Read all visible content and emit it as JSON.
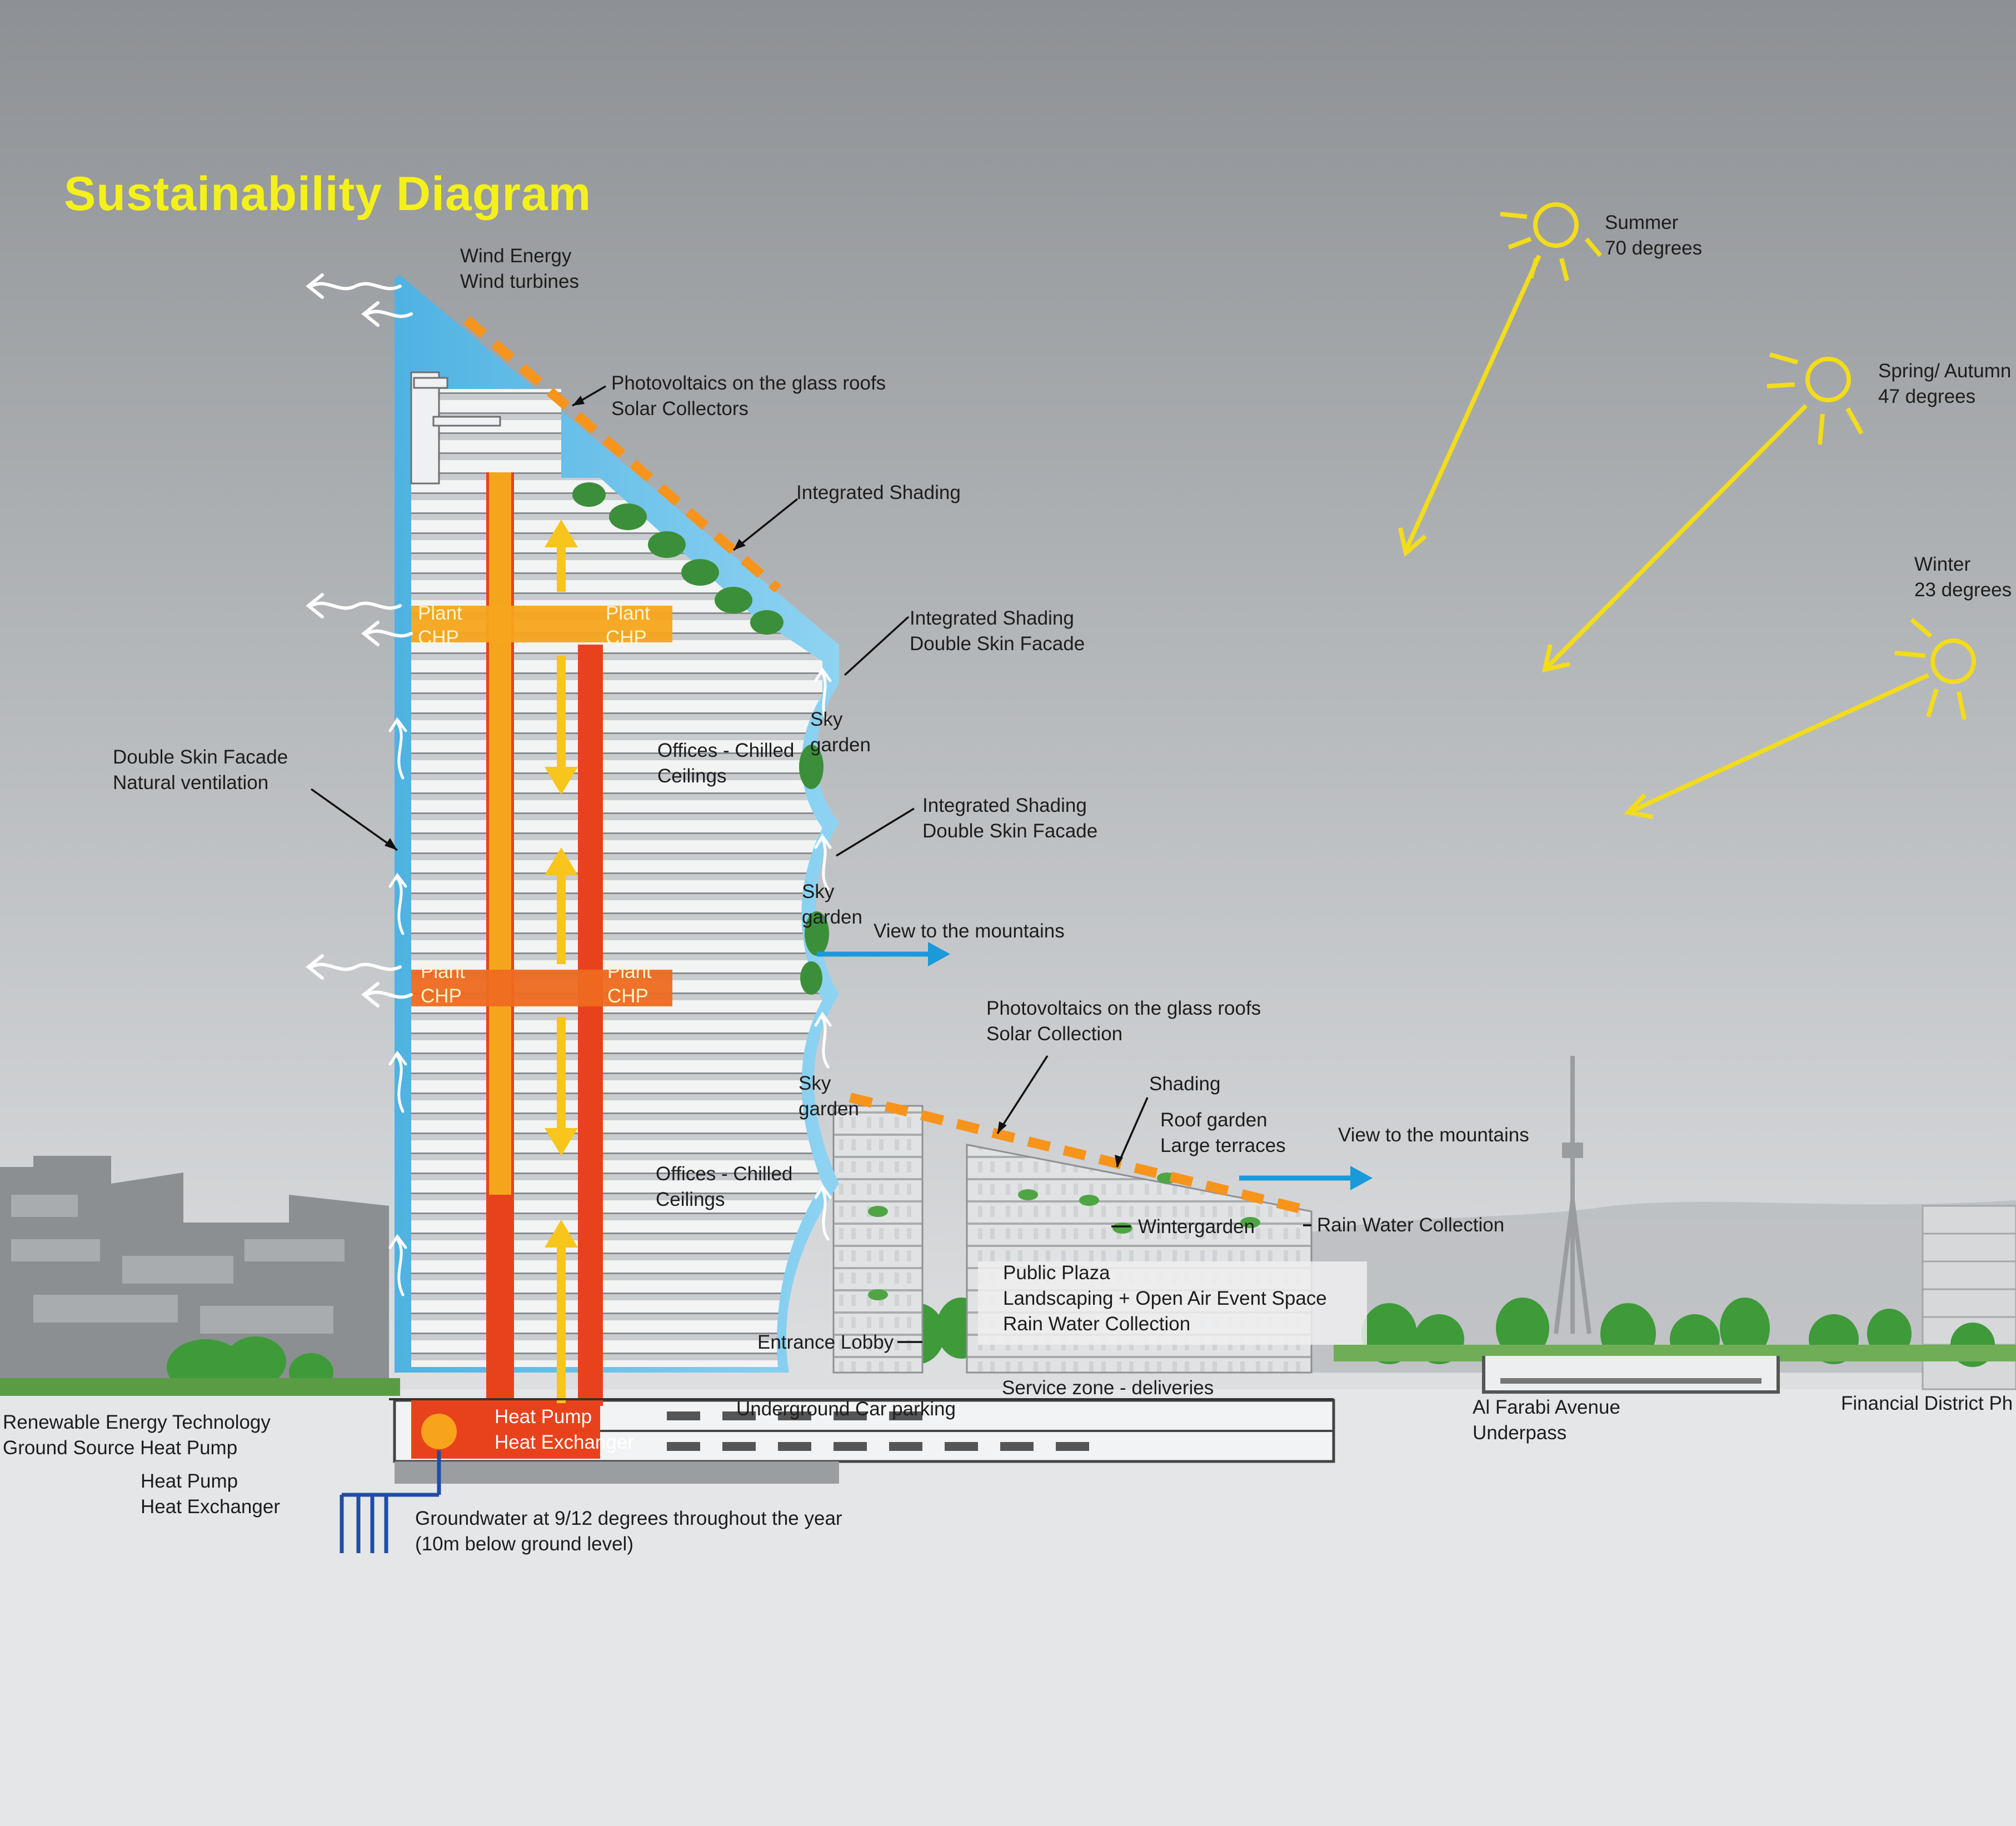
{
  "title": "Sustainability Diagram",
  "colors": {
    "title": "#f4f11a",
    "sun": "#f2dc1c",
    "facade_blue": "#67c2ea",
    "heat_orange": "#f7a41c",
    "heat_red": "#e8421c",
    "view_arrow": "#1a9ad8",
    "groundwater_blue": "#1f4ea8"
  },
  "sun": {
    "summer": {
      "label": "Summer",
      "angle": "70 degrees"
    },
    "spring_autumn": {
      "label": "Spring/ Autumn",
      "angle": "47 degrees"
    },
    "winter": {
      "label": "Winter",
      "angle": "23 degrees"
    }
  },
  "labels": {
    "wind": [
      "Wind Energy",
      "Wind turbines"
    ],
    "pv_top": [
      "Photovoltaics on the glass roofs",
      "Solar Collectors"
    ],
    "shading_1": "Integrated Shading",
    "shading_2": [
      "Integrated Shading",
      "Double Skin Facade"
    ],
    "shading_3": [
      "Integrated Shading",
      "Double Skin Facade"
    ],
    "double_skin": [
      "Double Skin Facade",
      "Natural ventilation"
    ],
    "plant_chp": [
      "Plant",
      "CHP"
    ],
    "sky_garden": [
      "Sky",
      "garden"
    ],
    "offices": [
      "Offices - Chilled",
      "Ceilings"
    ],
    "view_mountains": "View to the mountains",
    "pv_low": [
      "Photovoltaics on the glass roofs",
      "Solar Collection"
    ],
    "shading": "Shading",
    "roof_garden": [
      "Roof garden",
      "Large terraces"
    ],
    "wintergarden": "Wintergarden",
    "rain_water": "Rain Water Collection",
    "plaza": [
      "Public Plaza",
      "Landscaping + Open Air Event Space",
      "Rain Water Collection"
    ],
    "entrance": "Entrance Lobby",
    "service": "Service zone - deliveries",
    "parking": "Underground Car parking",
    "heat_pump_box": [
      "Heat Pump",
      "Heat Exchanger"
    ],
    "renewable": [
      "Renewable Energy Technology",
      "Ground Source Heat Pump"
    ],
    "heat_pump": [
      "Heat Pump",
      "Heat Exchanger"
    ],
    "groundwater": [
      "Groundwater at 9/12 degrees throughout the year",
      "(10m below ground level)"
    ],
    "underpass": [
      "Al Farabi Avenue",
      "Underpass"
    ],
    "financial": "Financial District Ph"
  }
}
